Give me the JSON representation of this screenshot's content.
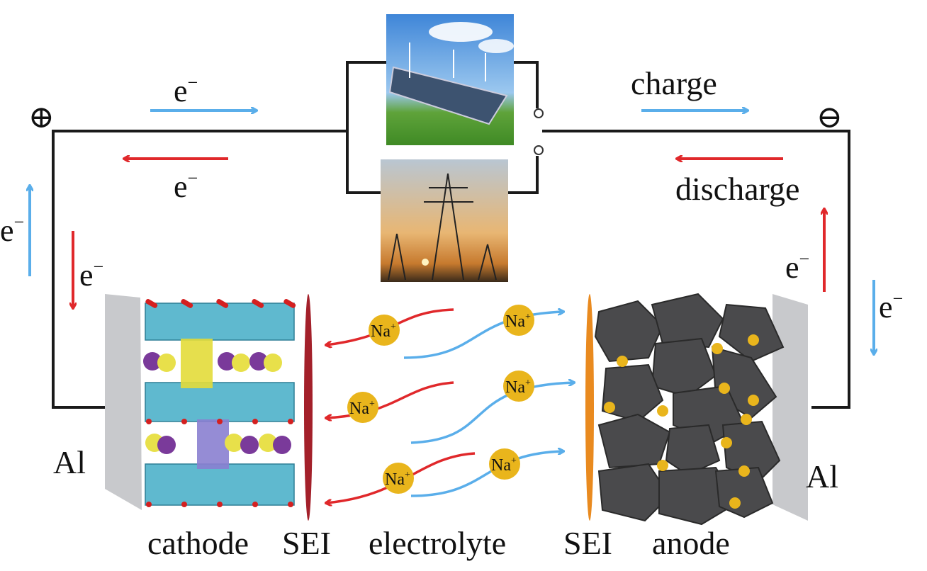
{
  "terminals": {
    "positive": "⊕",
    "negative": "⊖"
  },
  "electron": {
    "symbol": "e",
    "superscript": "−"
  },
  "flow": {
    "charge": "charge",
    "discharge": "discharge"
  },
  "layers": {
    "current_collector_left": "Al",
    "current_collector_right": "Al",
    "cathode": "cathode",
    "sei_left": "SEI",
    "electrolyte": "electrolyte",
    "sei_right": "SEI",
    "anode": "anode"
  },
  "ion": {
    "symbol": "Na",
    "superscript": "+"
  },
  "colors": {
    "charge_arrow": "#5aaeea",
    "discharge_arrow": "#e0282b",
    "wire": "#1a1a1a",
    "ion": "#e9b51c",
    "anode_particle": "#4a4a4c",
    "cathode_octahedra": "#5fb9cf",
    "sei_cathode": "#a3202a",
    "sei_anode": "#e98a1f",
    "collector": "#c8c9cc"
  },
  "images": {
    "renewable": "solar-wind-image",
    "grid": "power-grid-image"
  }
}
